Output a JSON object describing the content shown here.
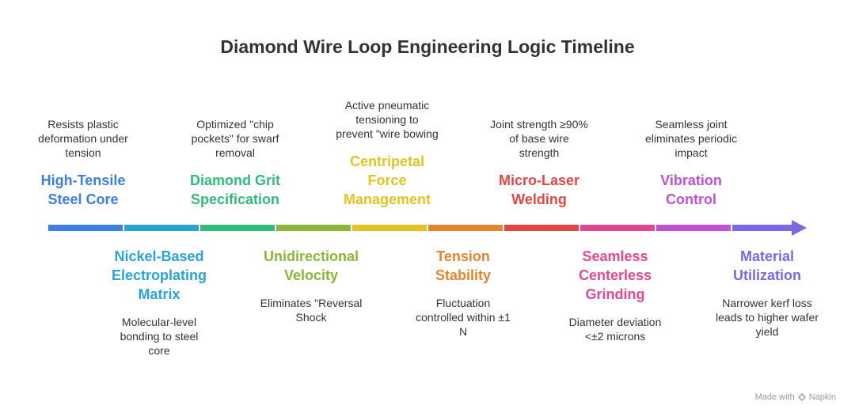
{
  "title": "Diamond Wire Loop Engineering Logic Timeline",
  "items": [
    {
      "label_lines": [
        "High-Tensile",
        "Steel Core"
      ],
      "desc_lines": [
        "Resists plastic",
        "deformation under",
        "tension"
      ],
      "color": "#3c7fe0",
      "position": "above"
    },
    {
      "label_lines": [
        "Nickel-Based",
        "Electroplating",
        "Matrix"
      ],
      "desc_lines": [
        "Molecular-level",
        "bonding to steel",
        "core"
      ],
      "color": "#2ba3d6",
      "position": "below"
    },
    {
      "label_lines": [
        "Diamond Grit",
        "Specification"
      ],
      "desc_lines": [
        "Optimized \"chip",
        "pockets\" for swarf",
        "removal"
      ],
      "color": "#31bb7c",
      "position": "above"
    },
    {
      "label_lines": [
        "Unidirectional",
        "Velocity"
      ],
      "desc_lines": [
        "Eliminates \"Reversal",
        "Shock"
      ],
      "color": "#8cb637",
      "position": "below"
    },
    {
      "label_lines": [
        "Centripetal",
        "Force",
        "Management"
      ],
      "desc_lines": [
        "Active pneumatic",
        "tensioning to",
        "prevent \"wire bowing"
      ],
      "color": "#e3c322",
      "position": "above"
    },
    {
      "label_lines": [
        "Tension",
        "Stability"
      ],
      "desc_lines": [
        "Fluctuation",
        "controlled within ±1",
        "N"
      ],
      "color": "#e3852f",
      "position": "below"
    },
    {
      "label_lines": [
        "Micro-Laser",
        "Welding"
      ],
      "desc_lines": [
        "Joint strength ≥90%",
        "of base wire",
        "strength"
      ],
      "color": "#e14646",
      "position": "above"
    },
    {
      "label_lines": [
        "Seamless",
        "Centerless",
        "Grinding"
      ],
      "desc_lines": [
        "Diameter deviation",
        "<±2 microns"
      ],
      "color": "#e0488f",
      "position": "below"
    },
    {
      "label_lines": [
        "Vibration",
        "Control"
      ],
      "desc_lines": [
        "Seamless joint",
        "eliminates periodic",
        "impact"
      ],
      "color": "#c24fd6",
      "position": "above"
    },
    {
      "label_lines": [
        "Material",
        "Utilization"
      ],
      "desc_lines": [
        "Narrower kerf loss",
        "leads to higher wafer",
        "yield"
      ],
      "color": "#7b68e3",
      "position": "below"
    }
  ],
  "footer": {
    "made_with": "Made with",
    "brand": "Napkin"
  }
}
